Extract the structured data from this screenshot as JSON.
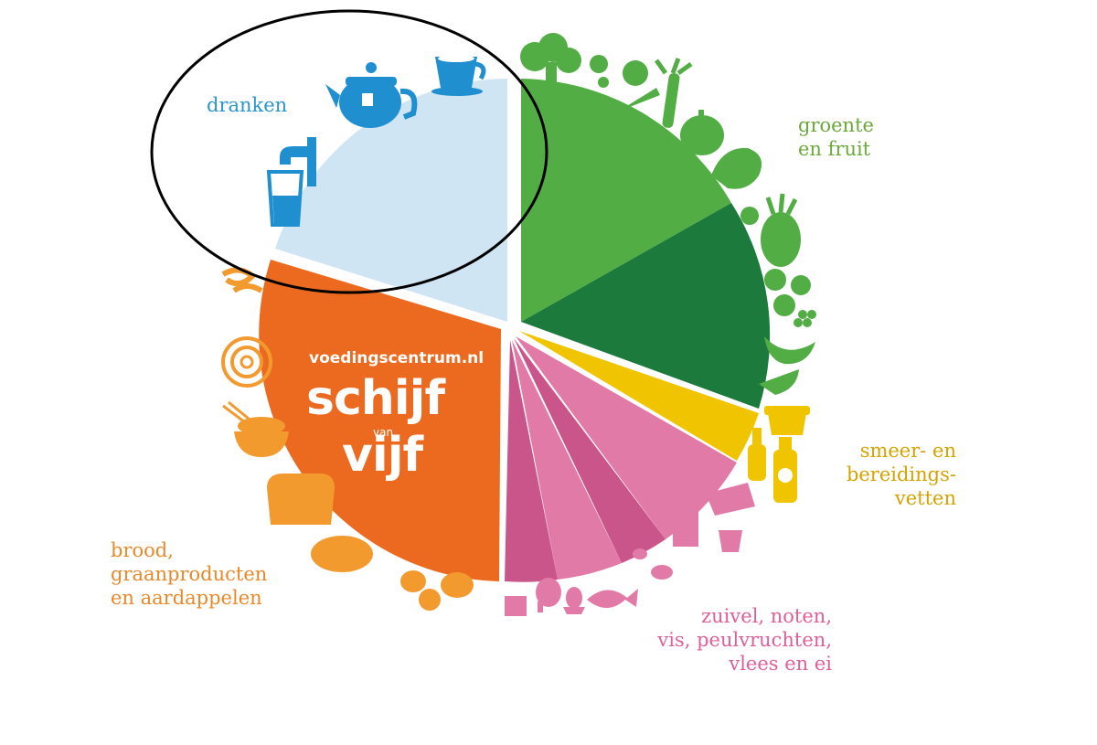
{
  "colors": {
    "drinks": "#cfe5f3",
    "drinks_dark": "#1f8fcf",
    "veg_light": "#53ad45",
    "veg_dark": "#1b7a3c",
    "fat": "#f1c400",
    "dairy": "#e27aa8",
    "dairy_dark": "#c9558a",
    "grain": "#ec6a1f",
    "grain_light": "#f39a2f",
    "veg_text": "#6aa93a",
    "fat_text": "#d4a400",
    "dairy_text": "#e05f9a",
    "grain_text": "#e8892a",
    "drinks_text": "#2a95cf",
    "annotation": "#000000"
  },
  "labels": {
    "drinks": "dranken",
    "veg": "groente\nen fruit",
    "fat": "smeer- en\nbereidings-\nvetten",
    "grain": "brood,\ngraanproducten\nen aardappelen",
    "dairy": "zuivel, noten,\nvis, peulvruchten,\nvlees en ei"
  },
  "brand": {
    "site": "voedingscentrum.nl",
    "title_top": "schijf",
    "title_mid": "van",
    "title_bottom": "vijf"
  },
  "icons": {
    "drinks": [
      "teapot-icon",
      "cup-icon",
      "tap-icon",
      "glass-icon"
    ],
    "veg": [
      "broccoli-icon",
      "tomato-icon",
      "carrot-icon",
      "leek-icon",
      "pumpkin-icon",
      "lettuce-icon",
      "pineapple-icon",
      "apple-icon",
      "grapes-icon",
      "banana-icon",
      "melon-icon"
    ],
    "fat": [
      "margarine-tub-icon",
      "oil-bottle-icon",
      "sunflower-oil-icon"
    ],
    "dairy": [
      "cheese-icon",
      "milk-carton-icon",
      "yogurt-icon",
      "peanut-icon",
      "fish-icon",
      "egg-icon",
      "chicken-leg-icon",
      "tofu-icon"
    ],
    "grain": [
      "pasta-icon",
      "noodles-icon",
      "rice-bowl-icon",
      "bread-icon",
      "roll-icon",
      "potato-icon"
    ]
  }
}
